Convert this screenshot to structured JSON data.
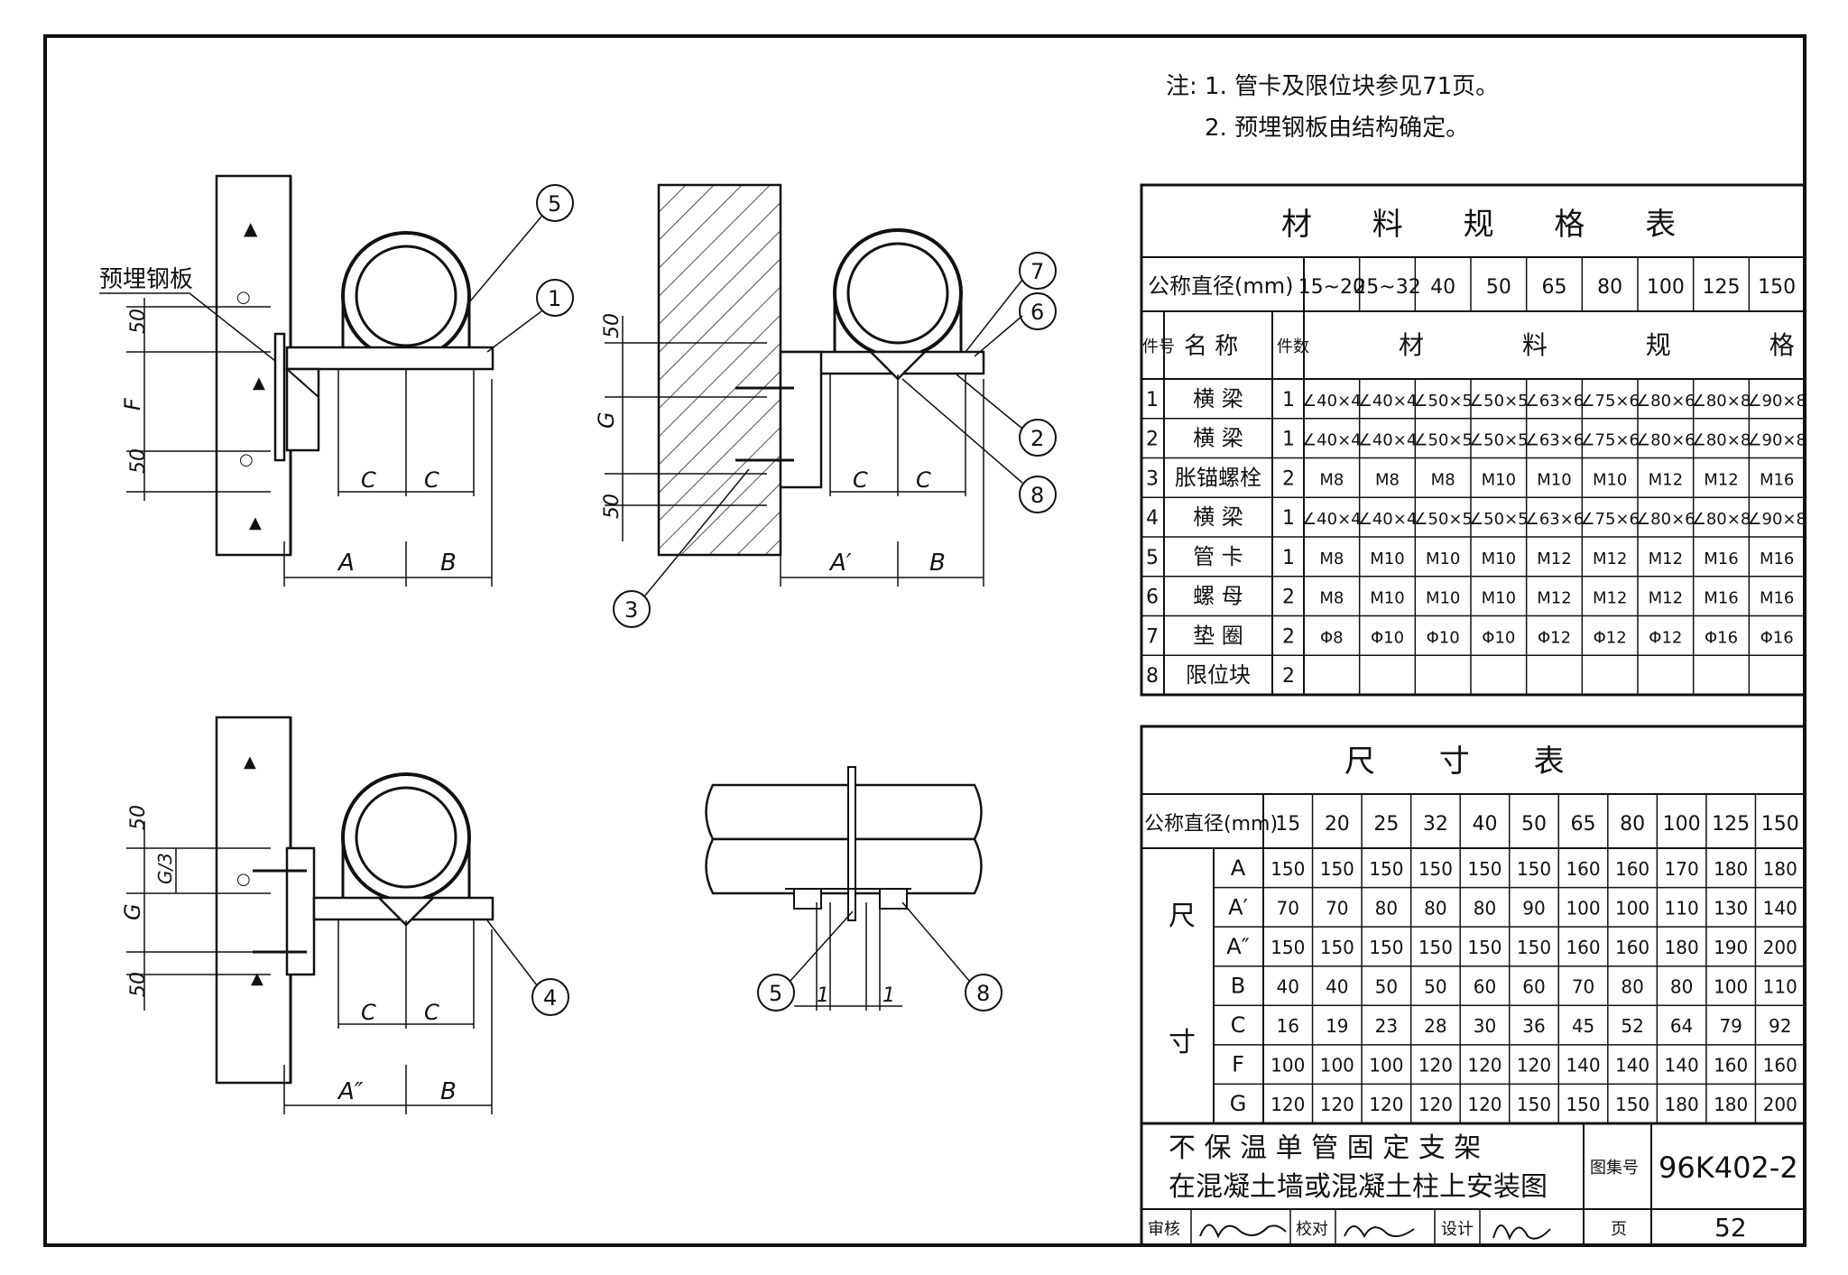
{
  "notes": {
    "line1": "注: 1. 管卡及限位块参见71页。",
    "line2": "2. 预埋钢板由结构确定。"
  },
  "drawing_labels": {
    "embedded_plate": "预埋钢板",
    "dim_50": "50",
    "dim_F": "F",
    "dim_G": "G",
    "dim_G3": "G/3",
    "dim_A": "A",
    "dim_A1": "A′",
    "dim_A2": "A″",
    "dim_B": "B",
    "dim_C": "C",
    "dim_1": "1",
    "callouts": [
      "1",
      "2",
      "3",
      "4",
      "5",
      "6",
      "7",
      "8"
    ]
  },
  "material_table": {
    "title": "材 料 规 格 表",
    "nominal_label": "公称直径(mm)",
    "diameters": [
      "15~20",
      "25~32",
      "40",
      "50",
      "65",
      "80",
      "100",
      "125",
      "150"
    ],
    "col_no": "件号",
    "col_name": "名 称",
    "col_qty": "件数",
    "spec_header": "材 料 规 格",
    "rows": [
      {
        "no": "1",
        "name": "横 梁",
        "qty": "1",
        "specs": [
          "∠40×4",
          "∠40×4",
          "∠50×5",
          "∠50×5",
          "∠63×6",
          "∠75×6",
          "∠80×6",
          "∠80×8",
          "∠90×8"
        ]
      },
      {
        "no": "2",
        "name": "横 梁",
        "qty": "1",
        "specs": [
          "∠40×4",
          "∠40×4",
          "∠50×5",
          "∠50×5",
          "∠63×6",
          "∠75×6",
          "∠80×6",
          "∠80×8",
          "∠90×8"
        ]
      },
      {
        "no": "3",
        "name": "胀锚螺栓",
        "qty": "2",
        "specs": [
          "M8",
          "M8",
          "M8",
          "M10",
          "M10",
          "M10",
          "M12",
          "M12",
          "M16"
        ]
      },
      {
        "no": "4",
        "name": "横 梁",
        "qty": "1",
        "specs": [
          "∠40×4",
          "∠40×4",
          "∠50×5",
          "∠50×5",
          "∠63×6",
          "∠75×6",
          "∠80×6",
          "∠80×8",
          "∠90×8"
        ]
      },
      {
        "no": "5",
        "name": "管 卡",
        "qty": "1",
        "specs": [
          "M8",
          "M10",
          "M10",
          "M10",
          "M12",
          "M12",
          "M12",
          "M16",
          "M16"
        ]
      },
      {
        "no": "6",
        "name": "螺 母",
        "qty": "2",
        "specs": [
          "M8",
          "M10",
          "M10",
          "M10",
          "M12",
          "M12",
          "M12",
          "M16",
          "M16"
        ]
      },
      {
        "no": "7",
        "name": "垫 圈",
        "qty": "2",
        "specs": [
          "Φ8",
          "Φ10",
          "Φ10",
          "Φ10",
          "Φ12",
          "Φ12",
          "Φ12",
          "Φ16",
          "Φ16"
        ]
      },
      {
        "no": "8",
        "name": "限位块",
        "qty": "2",
        "specs": [
          "",
          "",
          "",
          "",
          "",
          "",
          "",
          "",
          ""
        ]
      }
    ]
  },
  "dimension_table": {
    "title": "尺 寸 表",
    "nominal_label": "公称直径(mm)",
    "diameters": [
      "15",
      "20",
      "25",
      "32",
      "40",
      "50",
      "65",
      "80",
      "100",
      "125",
      "150"
    ],
    "side_label_1": "尺",
    "side_label_2": "寸",
    "rows": [
      {
        "key": "A",
        "values": [
          "150",
          "150",
          "150",
          "150",
          "150",
          "150",
          "160",
          "160",
          "170",
          "180",
          "180"
        ]
      },
      {
        "key": "A′",
        "values": [
          "70",
          "70",
          "80",
          "80",
          "80",
          "90",
          "100",
          "100",
          "110",
          "130",
          "140"
        ]
      },
      {
        "key": "A″",
        "values": [
          "150",
          "150",
          "150",
          "150",
          "150",
          "150",
          "160",
          "160",
          "180",
          "190",
          "200"
        ]
      },
      {
        "key": "B",
        "values": [
          "40",
          "40",
          "50",
          "50",
          "60",
          "60",
          "70",
          "80",
          "80",
          "100",
          "110"
        ]
      },
      {
        "key": "C",
        "values": [
          "16",
          "19",
          "23",
          "28",
          "30",
          "36",
          "45",
          "52",
          "64",
          "79",
          "92"
        ]
      },
      {
        "key": "F",
        "values": [
          "100",
          "100",
          "100",
          "120",
          "120",
          "120",
          "140",
          "140",
          "140",
          "160",
          "160"
        ]
      },
      {
        "key": "G",
        "values": [
          "120",
          "120",
          "120",
          "120",
          "120",
          "150",
          "150",
          "150",
          "180",
          "180",
          "200"
        ]
      }
    ]
  },
  "title_block": {
    "title_line1": "不 保 温 单 管 固 定 支 架",
    "title_line2": "在混凝土墙或混凝土柱上安装图",
    "atlas_label": "图集号",
    "atlas_no": "96K402-2",
    "review_label": "审核",
    "check_label": "校对",
    "design_label": "设计",
    "page_label": "页",
    "page_no": "52"
  }
}
